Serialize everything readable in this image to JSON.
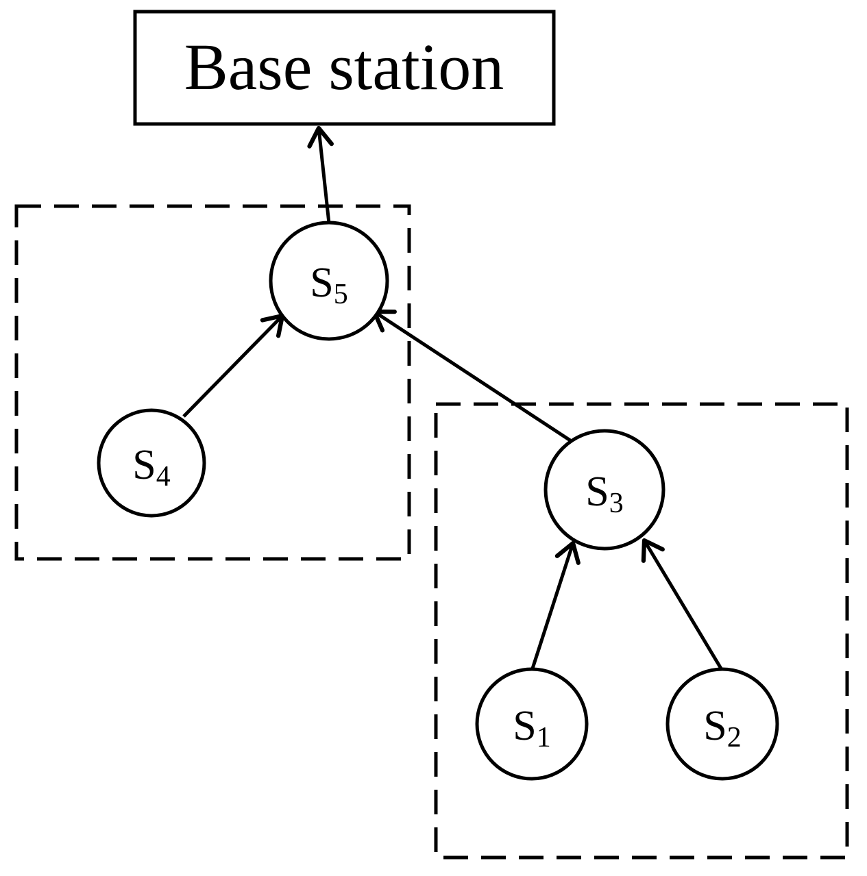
{
  "base_station": {
    "label": "Base station"
  },
  "nodes": [
    {
      "id": "s5",
      "letter": "S",
      "sub": "5"
    },
    {
      "id": "s4",
      "letter": "S",
      "sub": "4"
    },
    {
      "id": "s3",
      "letter": "S",
      "sub": "3"
    },
    {
      "id": "s1",
      "letter": "S",
      "sub": "1"
    },
    {
      "id": "s2",
      "letter": "S",
      "sub": "2"
    }
  ],
  "edges": [
    {
      "from": "S5",
      "to": "Base station"
    },
    {
      "from": "S4",
      "to": "S5"
    },
    {
      "from": "S3",
      "to": "S5"
    },
    {
      "from": "S1",
      "to": "S3"
    },
    {
      "from": "S2",
      "to": "S3"
    }
  ],
  "clusters": [
    {
      "members": [
        "S5",
        "S4"
      ]
    },
    {
      "members": [
        "S3",
        "S1",
        "S2"
      ]
    }
  ],
  "colors": {
    "stroke": "#000000",
    "background": "#ffffff"
  }
}
